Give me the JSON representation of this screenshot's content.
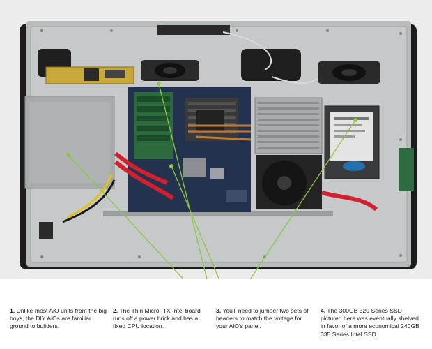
{
  "callouts": [
    {
      "num": "1.",
      "badge": "1",
      "text": "Unlike most AiO units from the big boys, the DIY AiOs are familiar ground to builders."
    },
    {
      "num": "2.",
      "badge": "2",
      "text": "The Thin Micro-ITX Intel board runs off a power brick and has a fixed CPU location."
    },
    {
      "num": "3.",
      "badge": "3",
      "text": "You'll need to jumper two sets of headers to match the voltage for your AiO's panel."
    },
    {
      "num": "4.",
      "badge": "4",
      "text": "The 300GB 320 Series SSD pictured here was eventually shelved in favor of a more economical 240GB 335 Series Intel SSD."
    }
  ],
  "colors": {
    "accent": "#8dc63f",
    "chassis": "#b9bcbd",
    "bezel": "#1c1c1c"
  },
  "icons": [
    "speaker-icon",
    "fan-icon",
    "heatsink-icon",
    "ssd-icon"
  ]
}
